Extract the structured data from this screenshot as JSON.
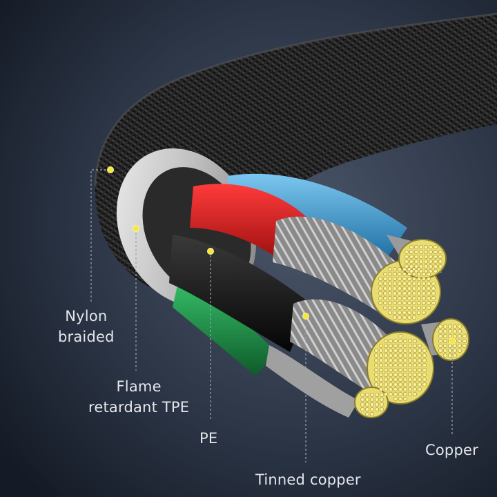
{
  "diagram": {
    "subject": "braided-cable-cross-section",
    "labels": {
      "nylon_line1": "Nylon",
      "nylon_line2": "braided",
      "tpe_line1": "Flame",
      "tpe_line2": "retardant TPE",
      "pe": "PE",
      "tinned_copper": "Tinned copper",
      "copper": "Copper"
    },
    "colors": {
      "background": "#1f2937",
      "braid": "#1a1a1a",
      "tpe_jacket": "#d9d9d9",
      "wire_red": "#d91a1a",
      "wire_blue": "#3c9fd6",
      "wire_black": "#0d0d0d",
      "wire_green": "#1f9a4a",
      "conductor": "#efe07a",
      "marker_dot": "#f5e642",
      "leader_line": "#9ca3af"
    }
  }
}
